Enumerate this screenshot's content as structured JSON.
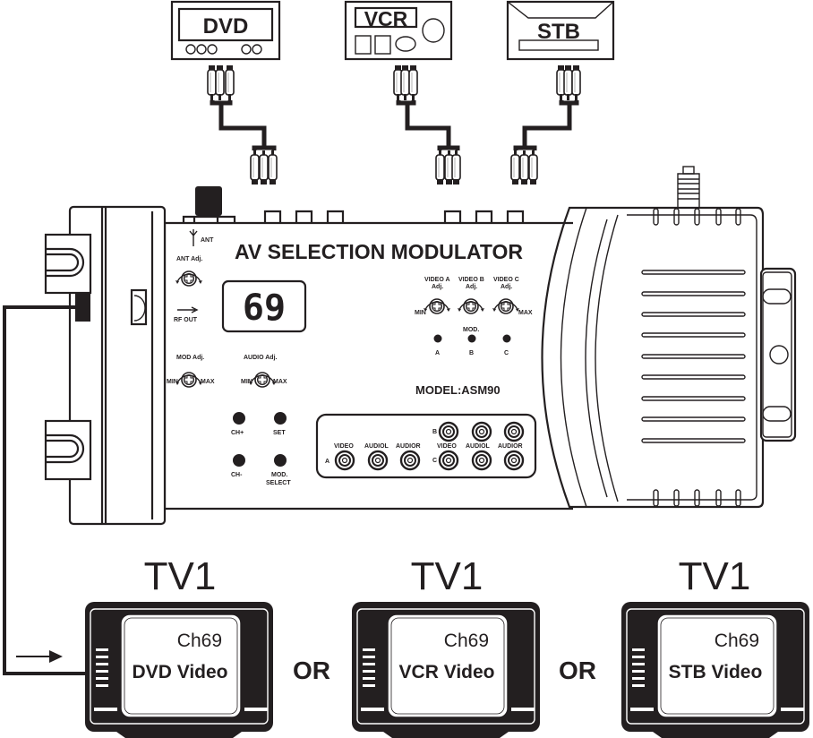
{
  "sources": [
    {
      "name": "DVD",
      "label": "DVD"
    },
    {
      "name": "VCR",
      "label": "VCR"
    },
    {
      "name": "STB",
      "label": "STB"
    }
  ],
  "modulator": {
    "title": "AV SELECTION MODULATOR",
    "model": "MODEL:ASM90",
    "display": "69",
    "ant": "ANT",
    "ant_adj": "ANT Adj.",
    "rf_out": "RF OUT",
    "mod_adj": "MOD Adj.",
    "audio_adj": "AUDIO Adj.",
    "min": "MIN",
    "max": "MAX",
    "video_adj": [
      "VIDEO A",
      "VIDEO B",
      "VIDEO C"
    ],
    "adj": "Adj.",
    "mod": "MOD.",
    "leds": [
      "A",
      "B",
      "C"
    ],
    "buttons": [
      "CH+",
      "SET",
      "CH-",
      "MOD.",
      "SELECT"
    ],
    "jack_labels": [
      "VIDEO",
      "AUDIOL",
      "AUDIOR"
    ],
    "jack_rows": [
      "A",
      "B",
      "C"
    ]
  },
  "tvs": [
    {
      "title": "TV1",
      "channel": "Ch69",
      "source": "DVD Video"
    },
    {
      "title": "TV1",
      "channel": "Ch69",
      "source": "VCR Video"
    },
    {
      "title": "TV1",
      "channel": "Ch69",
      "source": "STB Video"
    }
  ],
  "separator": "OR"
}
